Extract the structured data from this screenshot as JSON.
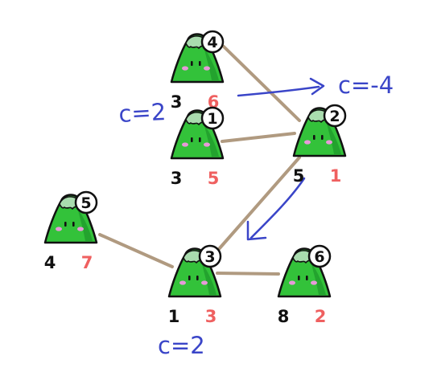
{
  "colors": {
    "edge": "#b09a80",
    "mountain_green": "#33c23a",
    "mountain_dark": "#168a24",
    "snow": "#a9dcae",
    "outline": "#111111",
    "blush": "#e79ad9",
    "red_number": "#ef6060",
    "annotation_blue": "#3a45c8"
  },
  "nodes": [
    {
      "id": "4",
      "left_value": "3",
      "right_value": "6"
    },
    {
      "id": "1",
      "left_value": "3",
      "right_value": "5"
    },
    {
      "id": "2",
      "left_value": "5",
      "right_value": "1"
    },
    {
      "id": "5",
      "left_value": "4",
      "right_value": "7"
    },
    {
      "id": "3",
      "left_value": "1",
      "right_value": "3"
    },
    {
      "id": "6",
      "left_value": "8",
      "right_value": "2"
    }
  ],
  "edges": [
    {
      "from": "4",
      "to": "2"
    },
    {
      "from": "1",
      "to": "2"
    },
    {
      "from": "2",
      "to": "3"
    },
    {
      "from": "5",
      "to": "3"
    },
    {
      "from": "3",
      "to": "6"
    }
  ],
  "annotations": [
    {
      "text": "c=2"
    },
    {
      "text": "c=-4"
    },
    {
      "text": "c=2"
    }
  ],
  "arrows": [
    {
      "description": "blue arrow pointing right toward c=-4"
    },
    {
      "description": "blue arrow pointing down-left from node 2 to node 3"
    }
  ]
}
